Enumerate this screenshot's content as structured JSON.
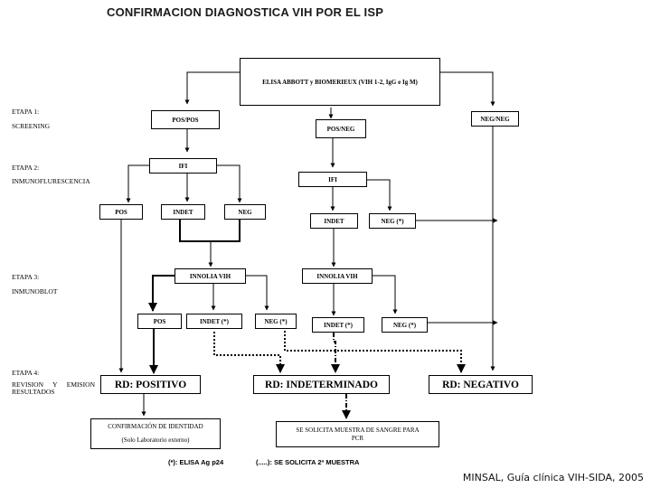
{
  "title": "CONFIRMACION DIAGNOSTICA VIH POR EL ISP",
  "stages": [
    {
      "label": "ETAPA 1:",
      "desc": "SCREENING"
    },
    {
      "label": "ETAPA 2:",
      "desc": "INMUNOFLURESCENCIA"
    },
    {
      "label": "ETAPA 3:",
      "desc": "INMUNOBLOT"
    },
    {
      "label": "ETAPA 4:",
      "desc": "REVISION Y EMISION RESULTADOS"
    }
  ],
  "nodes": {
    "elisa": "ELISA ABBOTT y BIOMERIEUX (VIH 1-2, IgG e Ig M)",
    "pos_pos": "POS/POS",
    "pos_neg": "POS/NEG",
    "neg_neg": "NEG/NEG",
    "ifi_left": "IFI",
    "ifi_right": "IFI",
    "pos_ifi": "POS",
    "indet_ifi_left": "INDET",
    "neg_ifi_left": "NEG",
    "indet_ifi_right": "INDET",
    "neg_star_ifi_right": "NEG (*)",
    "innolia_left": "INNOLIA VIH",
    "innolia_right": "INNOLIA VIH",
    "pos_blot": "POS",
    "indet_star_blot_left": "INDET (*)",
    "neg_star_blot_left": "NEG (*)",
    "indet_star_blot_right": "INDET (*)",
    "neg_star_blot_right": "NEG (*)",
    "rd_positivo": "RD: POSITIVO",
    "rd_indeterminado": "RD: INDETERMINADO",
    "rd_negativo": "RD: NEGATIVO",
    "confirm_line1": "CONFIRMACIÓN DE IDENTIDAD",
    "confirm_line2": "(Solo Laboratorio externo)",
    "sample_line1": "SE SOLICITA MUESTRA DE SANGRE PARA",
    "sample_line2": "PCR"
  },
  "footnotes": {
    "star": "(*): ELISA Ag p24",
    "dots": "(.....): SE SOLICITA 2ª MUESTRA"
  },
  "credit": "MINSAL, Guía clínica VIH-SIDA, 2005"
}
